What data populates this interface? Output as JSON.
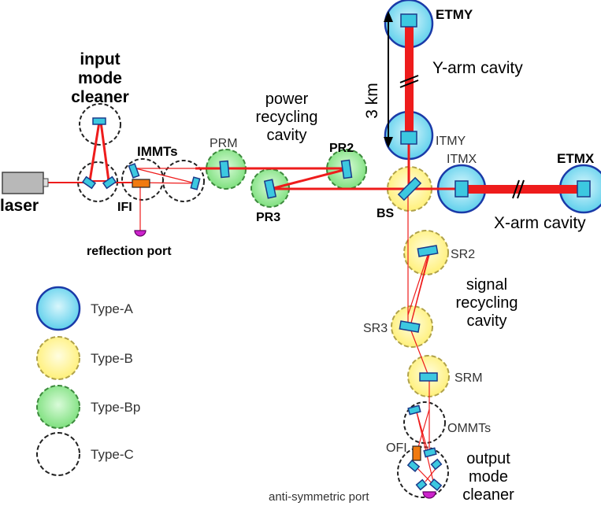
{
  "labels": {
    "laser": "laser",
    "input_mode_cleaner": [
      "input",
      "mode",
      "cleaner"
    ],
    "immts": "IMMTs",
    "ifi": "IFI",
    "reflection_port": "reflection port",
    "prm": "PRM",
    "power_recycling_cavity": [
      "power",
      "recycling",
      "cavity"
    ],
    "pr2": "PR2",
    "pr3": "PR3",
    "bs": "BS",
    "etmy": "ETMY",
    "itmy": "ITMY",
    "y_arm_cavity": "Y-arm cavity",
    "arm_length": "3 km",
    "itmx": "ITMX",
    "etmx": "ETMX",
    "x_arm_cavity": "X-arm cavity",
    "sr2": "SR2",
    "sr3": "SR3",
    "srm": "SRM",
    "signal_recycling_cavity": [
      "signal",
      "recycling",
      "cavity"
    ],
    "ommts": "OMMTs",
    "ofi": "OFI",
    "output_mode_cleaner": [
      "output",
      "mode",
      "cleaner"
    ],
    "anti_symmetric_port": "anti-symmetric port"
  },
  "legend": [
    {
      "label": "Type-A",
      "fill": "#7fdcf0",
      "stroke": "#1a3aa8",
      "dashed": false
    },
    {
      "label": "Type-B",
      "fill": "#fff68c",
      "stroke": "#b0a24a",
      "dashed": true
    },
    {
      "label": "Type-Bp",
      "fill": "#8ee88e",
      "stroke": "#3d8a3d",
      "dashed": true
    },
    {
      "label": "Type-C",
      "fill": "#ffffff",
      "stroke": "#222222",
      "dashed": true
    }
  ],
  "colors": {
    "beam": "#ee1c1c",
    "mirror": "#3cc8e0",
    "mirror_stroke": "#1a3a8a",
    "laser_body": "#b8b8b8",
    "ifi_body": "#f07a10",
    "port": "#cc22cc"
  }
}
